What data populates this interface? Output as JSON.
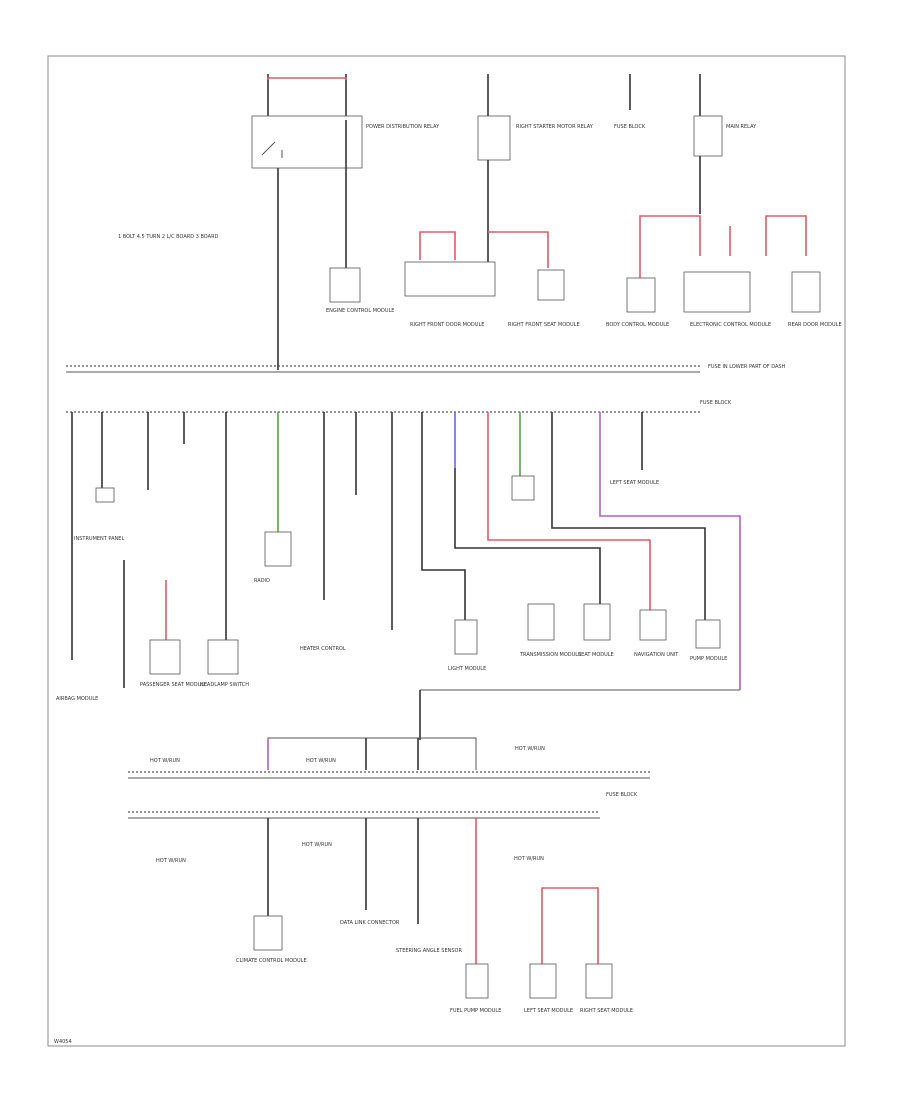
{
  "diagram": {
    "page_code": "W4054",
    "section_labels": {
      "top_left_note": "1 BOLT 4.5 TURN 2 L/C BOARD 3 BOARD",
      "fuse_block_upper": "FUSE BLOCK",
      "fuse_block_lower": "FUSE BLOCK",
      "fuse_block_note": "FUSE IN LOWER PART OF DASH",
      "hot_at_all_times_left": "HOT W/RUN",
      "hot_at_all_times_mid": "HOT W/RUN",
      "hot_at_all_times_right": "HOT W/RUN",
      "hot_in_run_bottom_left": "HOT W/RUN",
      "hot_in_run_bottom_mid": "HOT W/RUN",
      "hot_in_run_bottom_right": "HOT W/RUN"
    },
    "top_components": [
      "POWER DISTRIBUTION RELAY",
      "RIGHT STARTER MOTOR RELAY",
      "FUSE BLOCK",
      "MAIN RELAY"
    ],
    "mid_components": [
      "ENGINE CONTROL MODULE",
      "RIGHT FRONT DOOR MODULE",
      "RIGHT FRONT SEAT MODULE",
      "BODY CONTROL MODULE",
      "ELECTRONIC CONTROL MODULE",
      "REAR DOOR MODULE"
    ],
    "lower_components": [
      "AIRBAG MODULE",
      "INSTRUMENT PANEL",
      "PASSENGER SEAT MODULE",
      "HEADLAMP SWITCH",
      "RADIO",
      "HEATER CONTROL",
      "LIGHT MODULE",
      "TRANSMISSION MODULE",
      "SEAT MODULE",
      "NAVIGATION UNIT",
      "PUMP MODULE",
      "LEFT SEAT MODULE"
    ],
    "bottom_components": [
      "CLIMATE CONTROL MODULE",
      "DATA LINK CONNECTOR",
      "STEERING ANGLE SENSOR",
      "FUEL PUMP MODULE",
      "LEFT SEAT MODULE",
      "RIGHT SEAT MODULE"
    ],
    "colors": {
      "red": "#e05a6a",
      "pink": "#f2a0a8",
      "green": "#5aa04a",
      "blue": "#6a6ad8",
      "purple": "#b060c0",
      "tan": "#b8a070",
      "black": "#333333"
    }
  }
}
